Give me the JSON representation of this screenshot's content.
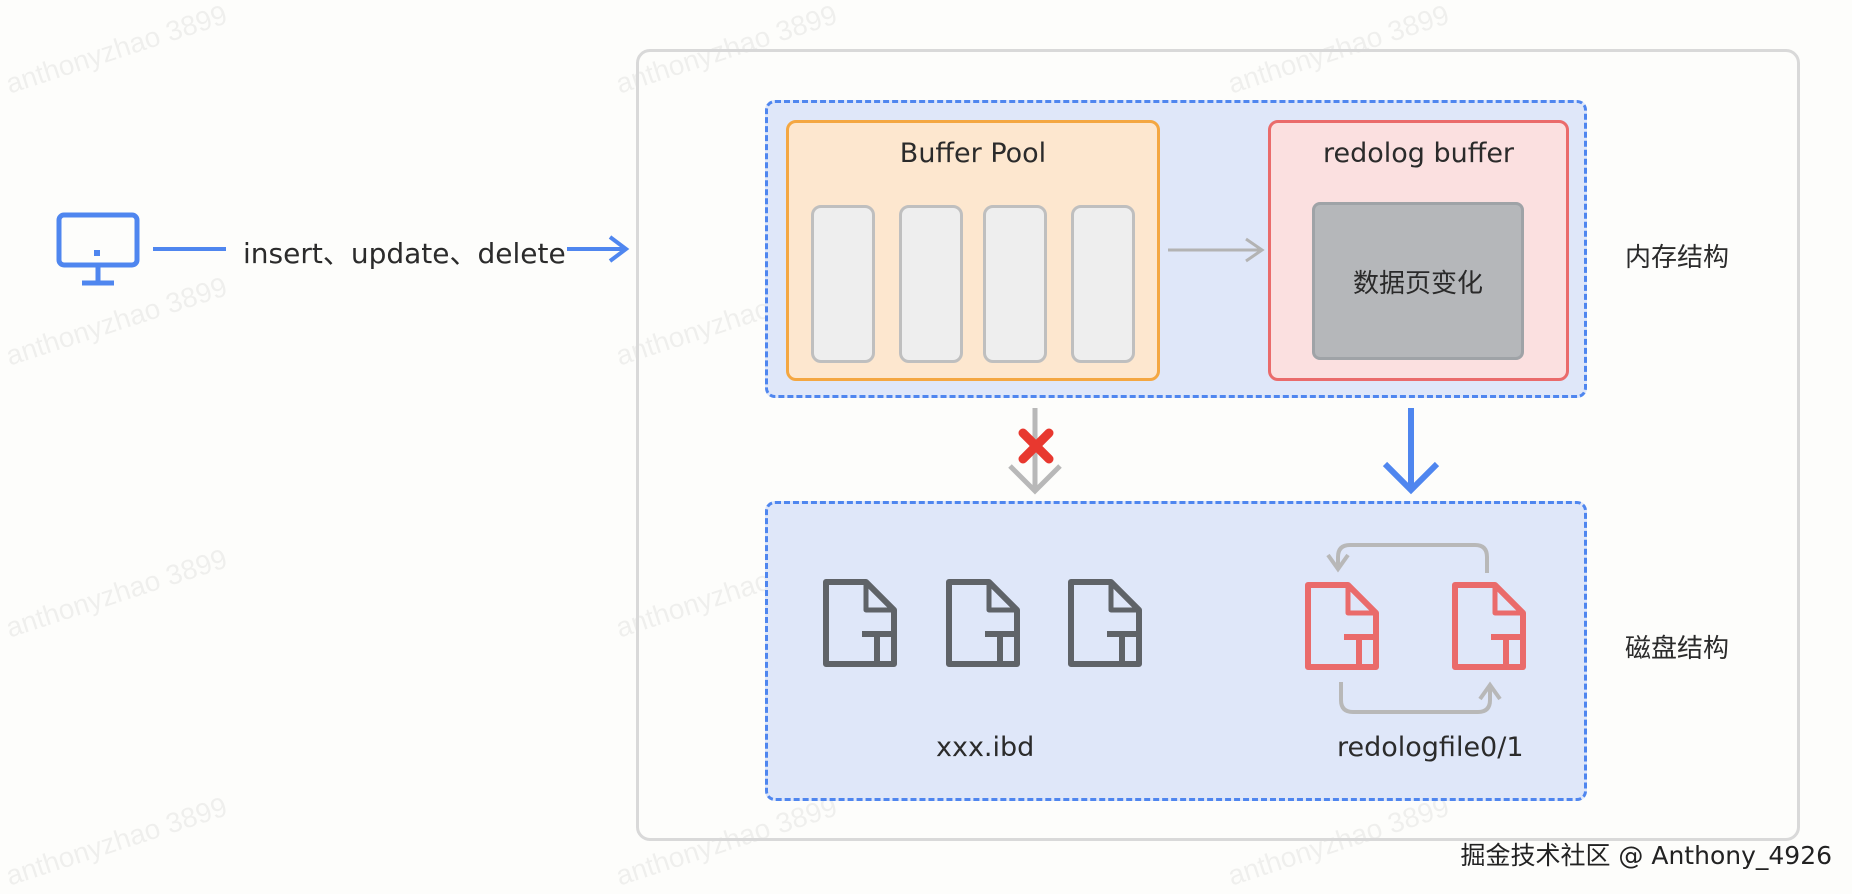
{
  "client": {
    "icon": "monitor-icon"
  },
  "operations_label": "insert、update、delete",
  "memory": {
    "label": "内存结构",
    "buffer_pool": {
      "title": "Buffer Pool",
      "page_count": 4
    },
    "redolog_buffer": {
      "title": "redolog buffer",
      "content": "数据页变化"
    }
  },
  "disk": {
    "label": "磁盘结构",
    "data_files": {
      "label": "xxx.ibd",
      "icon": "text-file-icon",
      "count": 3
    },
    "redolog_files": {
      "label": "redologfile0/1",
      "icon": "text-file-icon",
      "count": 2
    }
  },
  "flush_blocked_icon": "red-cross-icon",
  "watermark_text": "anthonyzhao 3899",
  "credit": "掘金技术社区 @ Anthony_4926",
  "colors": {
    "accent_blue": "#4f86ef",
    "buffer_pool_border": "#f4a742",
    "redolog_border": "#ea6b6b",
    "file_gray": "#5f6368",
    "file_red": "#ea6b6b"
  }
}
